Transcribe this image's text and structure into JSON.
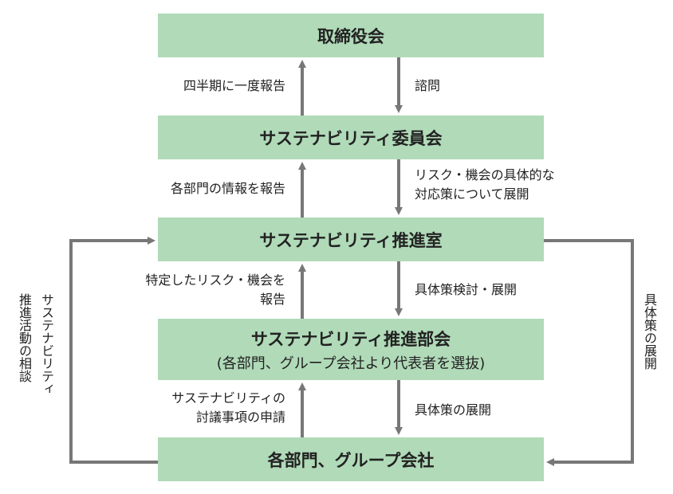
{
  "boxes": {
    "board": "取締役会",
    "committee": "サステナビリティ委員会",
    "office": "サステナビリティ推進室",
    "subcommittee": "サステナビリティ推進部会",
    "subcommittee_note": "(各部門、グループ会社より代表者を選抜)",
    "departments": "各部門、グループ会社"
  },
  "labels": {
    "quarterly_report": "四半期に一度報告",
    "consult": "諮問",
    "dept_info_report": "各部門の情報を報告",
    "risk_measures_1": "リスク・機会の具体的な",
    "risk_measures_2": "対応策について展開",
    "identified_risk_1": "特定したリスク・機会を",
    "identified_risk_2": "報告",
    "measures_review": "具体策検討・展開",
    "agenda_request_1": "サステナビリティの",
    "agenda_request_2": "討議事項の申請",
    "measures_deploy": "具体策の展開",
    "left_loop_1": "サステナビリティ",
    "left_loop_2": "推進活動の相談",
    "right_loop": "具体策の展開"
  },
  "colors": {
    "box": "#b0dab8",
    "arrow": "#777777"
  }
}
